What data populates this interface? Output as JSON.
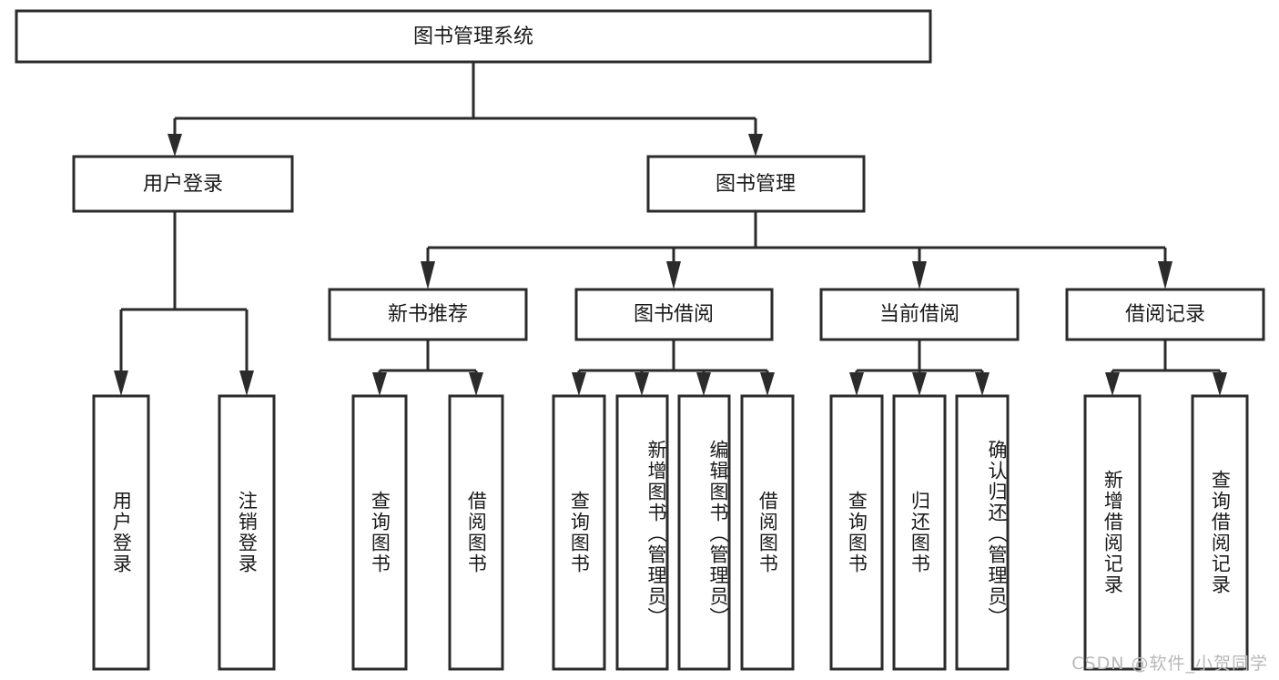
{
  "diagram": {
    "title": "图书管理系统",
    "type": "tree",
    "orientation": "top-down",
    "root": {
      "id": "root",
      "label": "图书管理系统"
    },
    "level1": [
      {
        "id": "user-login",
        "label": "用户登录"
      },
      {
        "id": "book-manage",
        "label": "图书管理"
      }
    ],
    "level2": [
      {
        "id": "new-book-rec",
        "label": "新书推荐",
        "parent": "book-manage"
      },
      {
        "id": "book-borrow",
        "label": "图书借阅",
        "parent": "book-manage"
      },
      {
        "id": "current-borrow",
        "label": "当前借阅",
        "parent": "book-manage"
      },
      {
        "id": "borrow-record",
        "label": "借阅记录",
        "parent": "book-manage"
      }
    ],
    "leaves": [
      {
        "id": "leaf-user-login",
        "label": "用户登录",
        "parent": "user-login"
      },
      {
        "id": "leaf-logout-login",
        "label": "注销登录",
        "parent": "user-login"
      },
      {
        "id": "leaf-query-book-1",
        "label": "查询图书",
        "parent": "new-book-rec"
      },
      {
        "id": "leaf-borrow-book-1",
        "label": "借阅图书",
        "parent": "new-book-rec"
      },
      {
        "id": "leaf-query-book-2",
        "label": "查询图书",
        "parent": "book-borrow"
      },
      {
        "id": "leaf-add-book",
        "label": "新增图书（管理员）",
        "parent": "book-borrow"
      },
      {
        "id": "leaf-edit-book",
        "label": "编辑图书（管理员）",
        "parent": "book-borrow"
      },
      {
        "id": "leaf-borrow-book-2",
        "label": "借阅图书",
        "parent": "book-borrow"
      },
      {
        "id": "leaf-query-book-3",
        "label": "查询图书",
        "parent": "current-borrow"
      },
      {
        "id": "leaf-return-book",
        "label": "归还图书",
        "parent": "current-borrow"
      },
      {
        "id": "leaf-confirm-return",
        "label": "确认归还（管理员）",
        "parent": "current-borrow"
      },
      {
        "id": "leaf-add-record",
        "label": "新增借阅记录",
        "parent": "borrow-record"
      },
      {
        "id": "leaf-query-record",
        "label": "查询借阅记录",
        "parent": "borrow-record"
      }
    ]
  },
  "colors": {
    "line": "#2b2b2b",
    "box_fill": "#ffffff",
    "text": "#1a1a1a",
    "background": "#ffffff",
    "watermark": "#b9b9b9"
  },
  "watermark": {
    "text": "CSDN @软件_小贺同学"
  }
}
